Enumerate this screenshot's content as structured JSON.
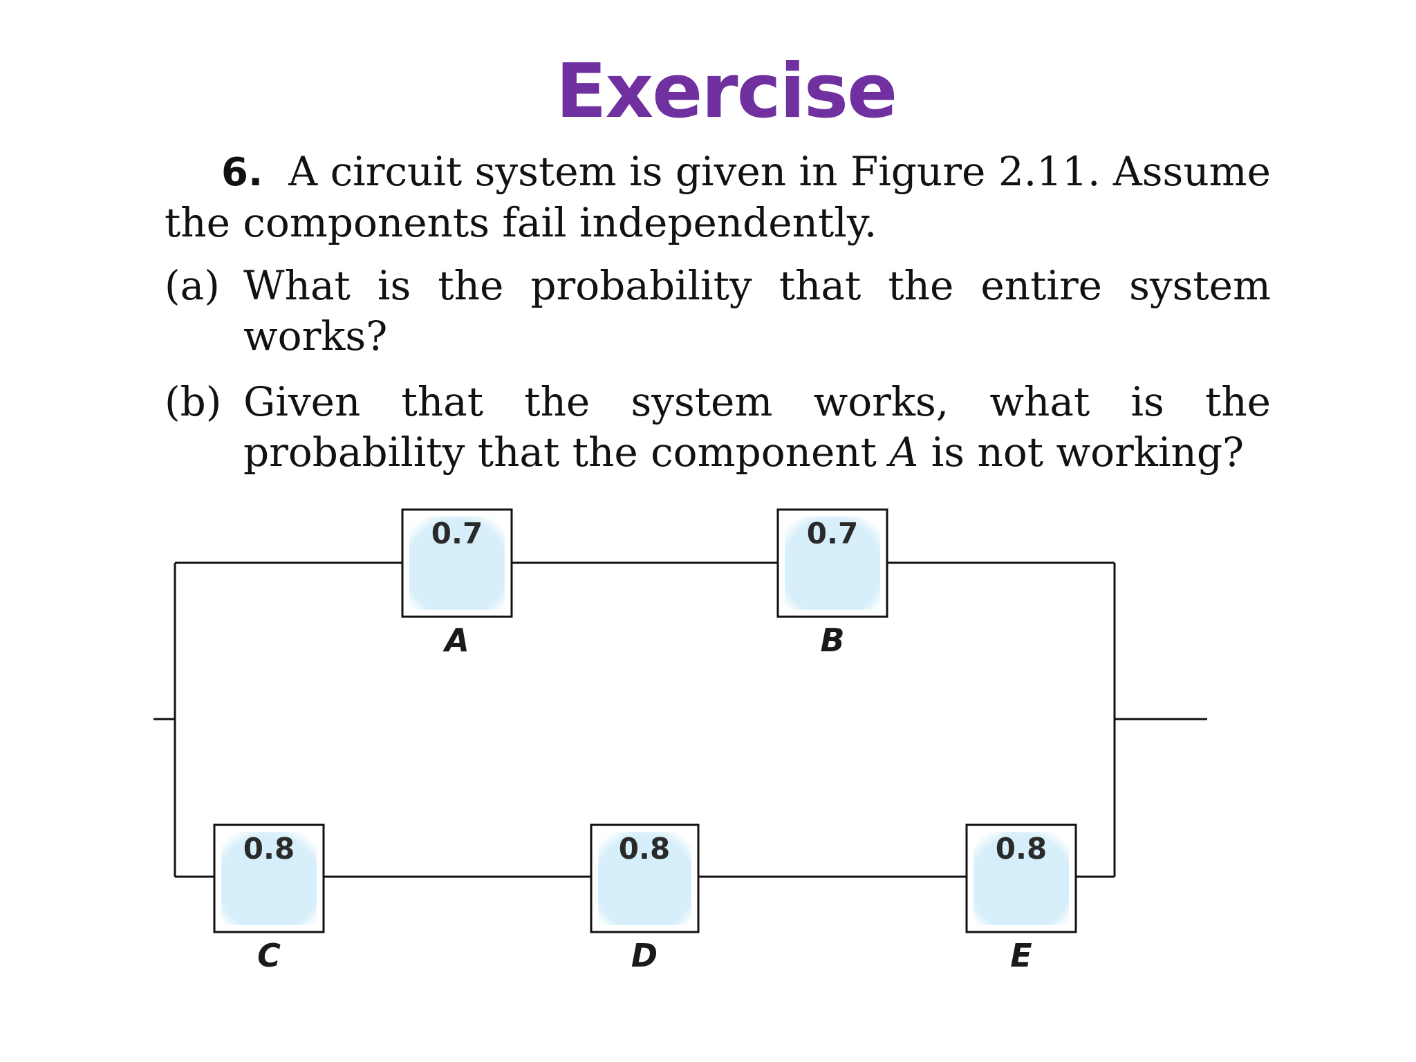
{
  "title": "Exercise",
  "problem": {
    "number": "6.",
    "intro": "A circuit system is given in Figure 2.11. Assume the components fail independently.",
    "part_a": {
      "label": "(a)",
      "text": "What is the probability that the entire system works?"
    },
    "part_b": {
      "label": "(b)",
      "text_before": "Given that the system works, what is the probability that the component ",
      "component": "A",
      "text_after": " is not working?"
    }
  },
  "circuit": {
    "components": [
      {
        "name": "A",
        "probability": "0.7"
      },
      {
        "name": "B",
        "probability": "0.7"
      },
      {
        "name": "C",
        "probability": "0.8"
      },
      {
        "name": "D",
        "probability": "0.8"
      },
      {
        "name": "E",
        "probability": "0.8"
      }
    ]
  },
  "colors": {
    "title": "#7030a0",
    "component_fill": "#d6effa",
    "wire": "#111111"
  }
}
